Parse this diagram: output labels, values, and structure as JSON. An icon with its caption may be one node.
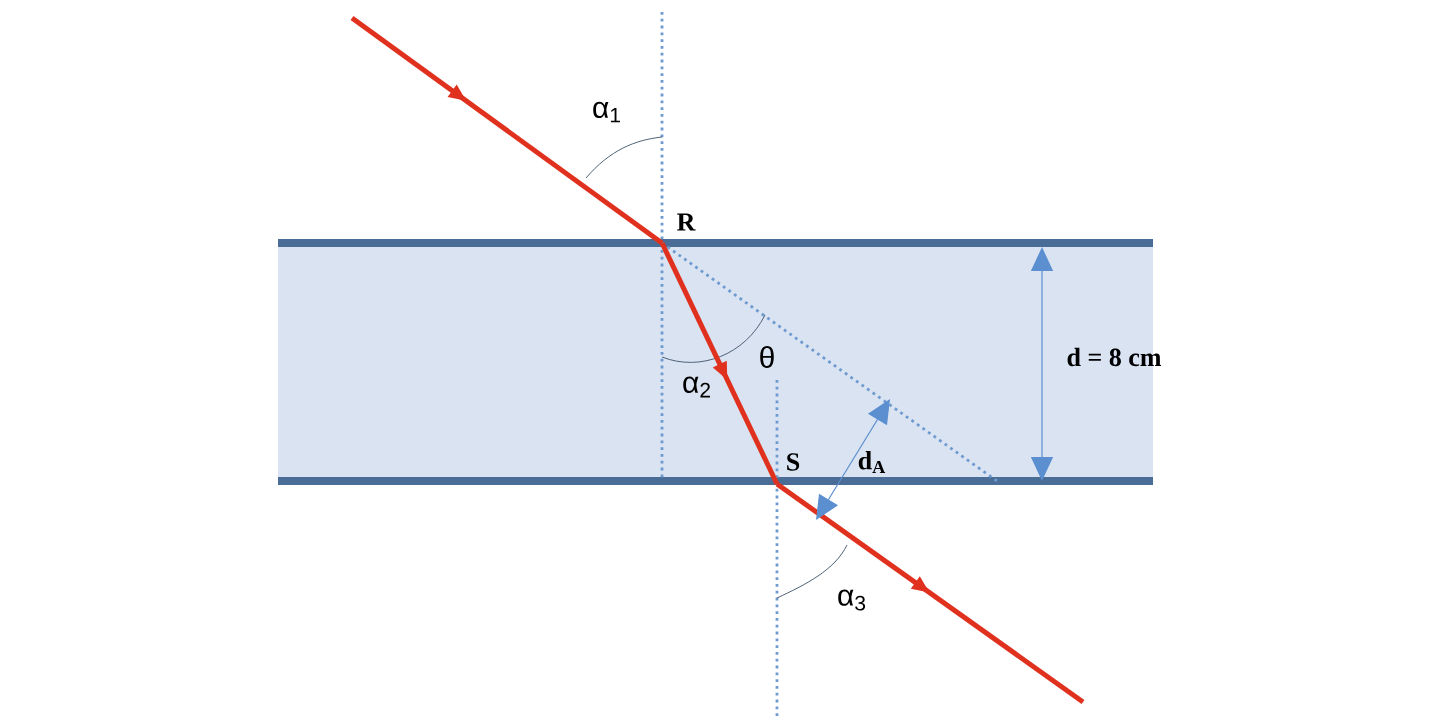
{
  "diagram": {
    "labels": [
      "α$_{1}$",
      "R",
      "θ",
      "α$_{2}$",
      "d = 8 cm",
      "S",
      "d$_{A}$",
      "α$_{3}$"
    ]
  }
}
